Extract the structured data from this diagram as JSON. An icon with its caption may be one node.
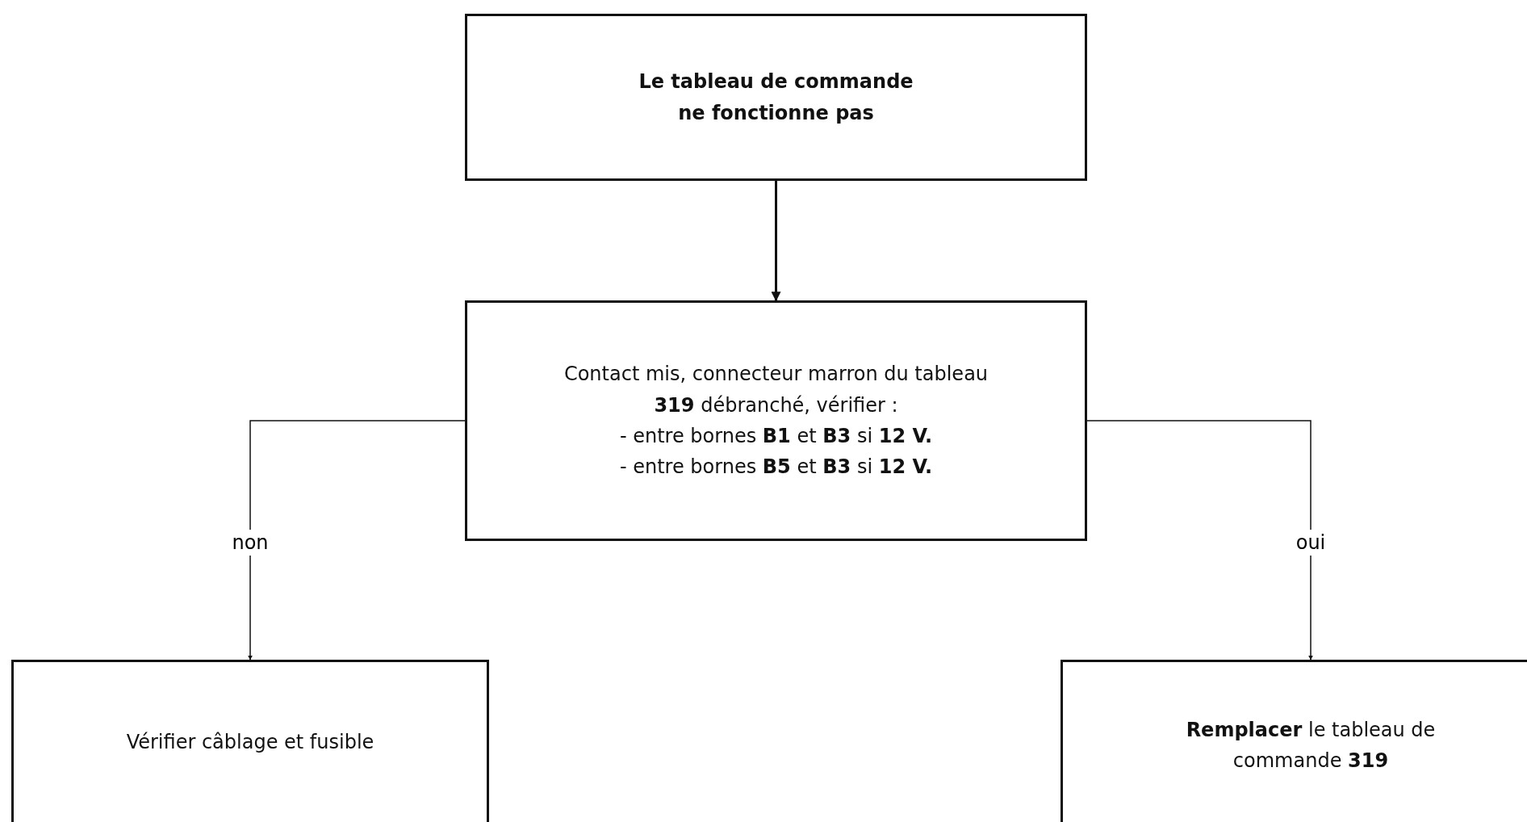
{
  "diagram": {
    "nodes": [
      {
        "text": [
          "Le tableau de commande ne fonctionne pas"
        ]
      },
      {
        "text": [
          "Contact mis, connecteur marron du tableau **319** débranché, vérifier :",
          "- entre bornes **B1** et **B3** si **12 V.**",
          "- entre bornes **B5** et **B3** si **12 V.**"
        ]
      },
      {
        "text": [
          "Vérifier câblage et fusible"
        ]
      },
      {
        "text": [
          "**Remplacer** le tableau de commande **319**"
        ]
      }
    ],
    "edges": [
      {
        "from": 0,
        "to": 1,
        "arrow": "to"
      },
      {
        "from": 1,
        "to": 2,
        "arrow": "to",
        "label": "non"
      },
      {
        "from": 1,
        "to": 3,
        "arrow": "to",
        "label": "oui"
      }
    ]
  }
}
